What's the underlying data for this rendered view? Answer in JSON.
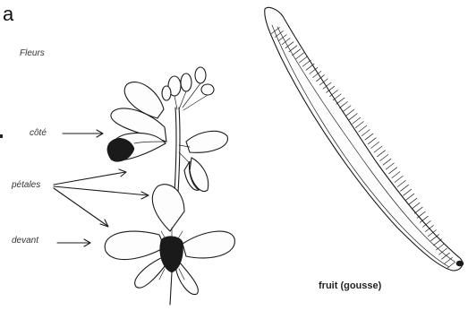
{
  "panel_letter": "a",
  "flower": {
    "title": "Fleurs",
    "label_side": "côté",
    "label_petals": "pétales",
    "label_front": "devant"
  },
  "fruit": {
    "label": "fruit (gousse)"
  }
}
